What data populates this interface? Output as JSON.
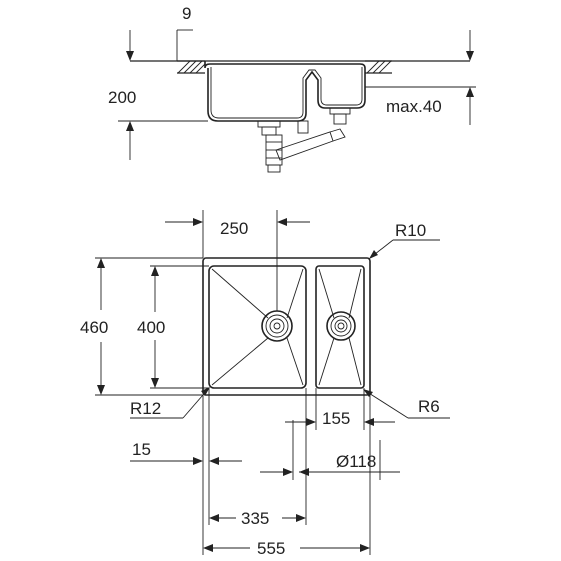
{
  "side_view": {
    "rim_thickness": "9",
    "depth": "200",
    "max_depth_small_bowl": "max.40"
  },
  "top_view": {
    "bowl_spacing": "250",
    "outer_radius": "R10",
    "overall_depth": "460",
    "bowl_depth": "400",
    "large_bowl_radius": "R12",
    "small_bowl_radius": "R6",
    "front_offset": "15",
    "small_bowl_width": "155",
    "drain_diameter": "Ø118",
    "large_bowl_width": "335",
    "overall_width": "555"
  },
  "colors": {
    "line": "#222222",
    "background": "#ffffff"
  }
}
